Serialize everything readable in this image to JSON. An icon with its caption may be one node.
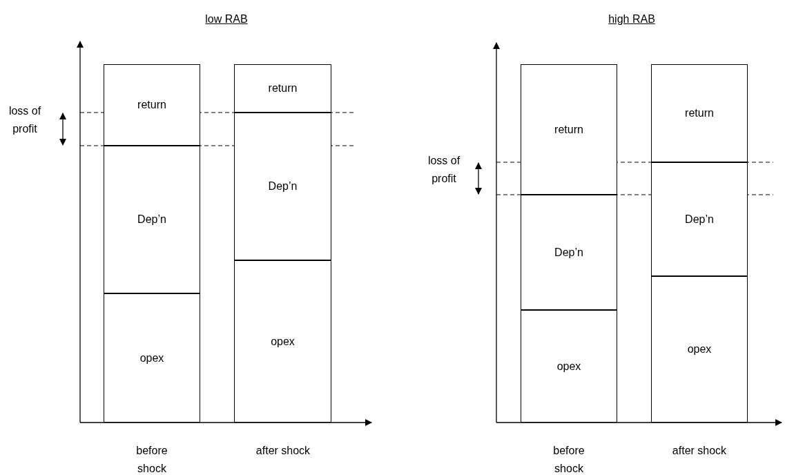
{
  "diagram": {
    "nodes": [
      {
        "text": [
          "return"
        ]
      },
      {
        "text": [
          "Dep’n"
        ]
      },
      {
        "text": [
          "opex"
        ]
      },
      {
        "text": [
          "return"
        ]
      },
      {
        "text": [
          "Dep’n"
        ]
      },
      {
        "text": [
          "opex"
        ]
      },
      {
        "text": [
          "return"
        ]
      },
      {
        "text": [
          "Dep’n"
        ]
      },
      {
        "text": [
          "opex"
        ]
      },
      {
        "text": [
          "return"
        ]
      },
      {
        "text": [
          "Dep’n"
        ]
      },
      {
        "text": [
          "opex"
        ]
      }
    ],
    "edges": [],
    "labels": [
      "low RAB",
      "high RAB",
      "loss of profit",
      "before shock",
      "after shock",
      "loss of profit",
      "before shock",
      "after shock"
    ]
  }
}
